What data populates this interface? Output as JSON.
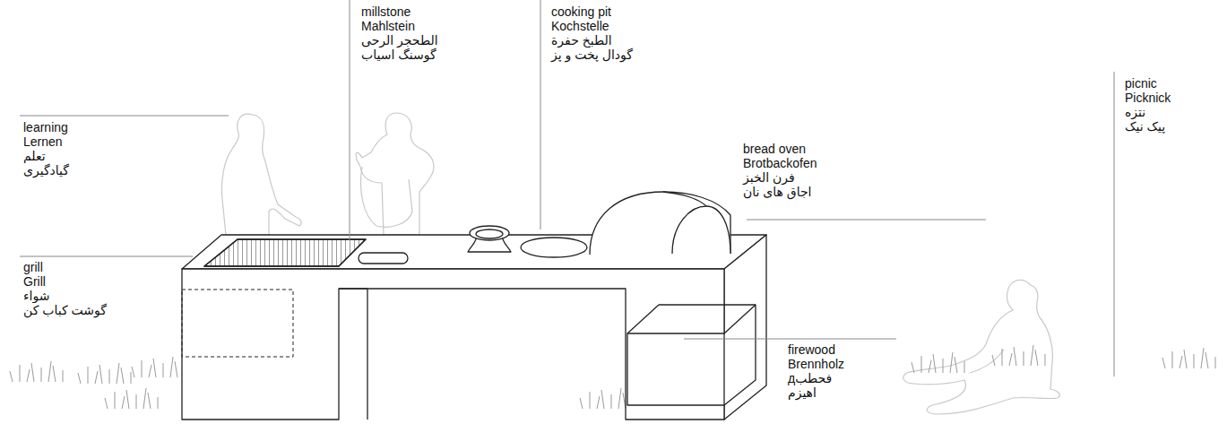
{
  "diagram": {
    "labels": [
      "learning",
      "Lernen",
      "تعلم",
      "گیادگیری",
      "millstone",
      "Mahlstein",
      "الطحجر الرحى",
      "گوسنگ اسیاب",
      "cooking pit",
      "Kochstelle",
      "الطبخ حفرة",
      "گودال پخت و پز",
      "picnic",
      "Picknick",
      "نتزه",
      "پیک نیک",
      "bread oven",
      "Brotbackofen",
      "فرن الخبز",
      "اجاق های نان",
      "grill",
      "Grill",
      "شواء",
      "گوشت کباب کن",
      "firewood",
      "Brennholz",
      "فحطبд",
      "اهیزم"
    ]
  }
}
